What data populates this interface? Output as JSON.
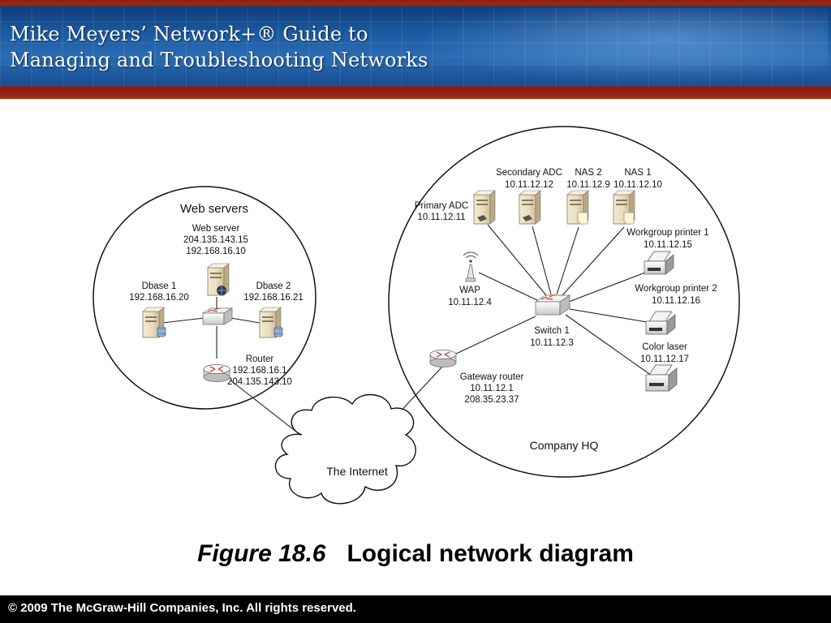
{
  "header": {
    "line1": "Mike Meyers’ Network+® Guide to",
    "line2": "Managing and Troubleshooting Networks"
  },
  "diagram": {
    "web_servers": {
      "title": "Web servers",
      "web_server": {
        "name": "Web server",
        "ip1": "204.135.143.15",
        "ip2": "192.168.16.10"
      },
      "dbase1": {
        "name": "Dbase 1",
        "ip": "192.168.16.20"
      },
      "dbase2": {
        "name": "Dbase 2",
        "ip": "192.168.16.21"
      },
      "router": {
        "name": "Router",
        "ip1": "192.168.16.1",
        "ip2": "204.135.143.10"
      }
    },
    "internet": {
      "label": "The Internet"
    },
    "company_hq": {
      "title": "Company HQ",
      "primary_adc": {
        "name": "Primary ADC",
        "ip": "10.11.12.11"
      },
      "secondary_adc": {
        "name": "Secondary ADC",
        "ip": "10.11.12.12"
      },
      "nas2": {
        "name": "NAS 2",
        "ip": "10.11.12.9"
      },
      "nas1": {
        "name": "NAS 1",
        "ip": "10.11.12.10"
      },
      "wap": {
        "name": "WAP",
        "ip": "10.11.12.4"
      },
      "switch": {
        "name": "Switch 1",
        "ip": "10.11.12.3"
      },
      "printer1": {
        "name": "Workgroup printer 1",
        "ip": "10.11.12.15"
      },
      "printer2": {
        "name": "Workgroup printer 2",
        "ip": "10.11.12.16"
      },
      "color_laser": {
        "name": "Color laser",
        "ip": "10.11.12.17"
      },
      "gateway": {
        "name": "Gateway router",
        "ip1": "10.11.12.1",
        "ip2": "208.35.23.37"
      }
    }
  },
  "caption": {
    "figure": "Figure 18.6",
    "title": "Logical network diagram"
  },
  "footer": {
    "copyright": "© 2009 The McGraw-Hill Companies, Inc. All rights reserved."
  },
  "colors": {
    "banner_blue": "#1c5aa0",
    "banner_red": "#a02a14",
    "router_red": "#c0392b",
    "footer": "#000000"
  }
}
